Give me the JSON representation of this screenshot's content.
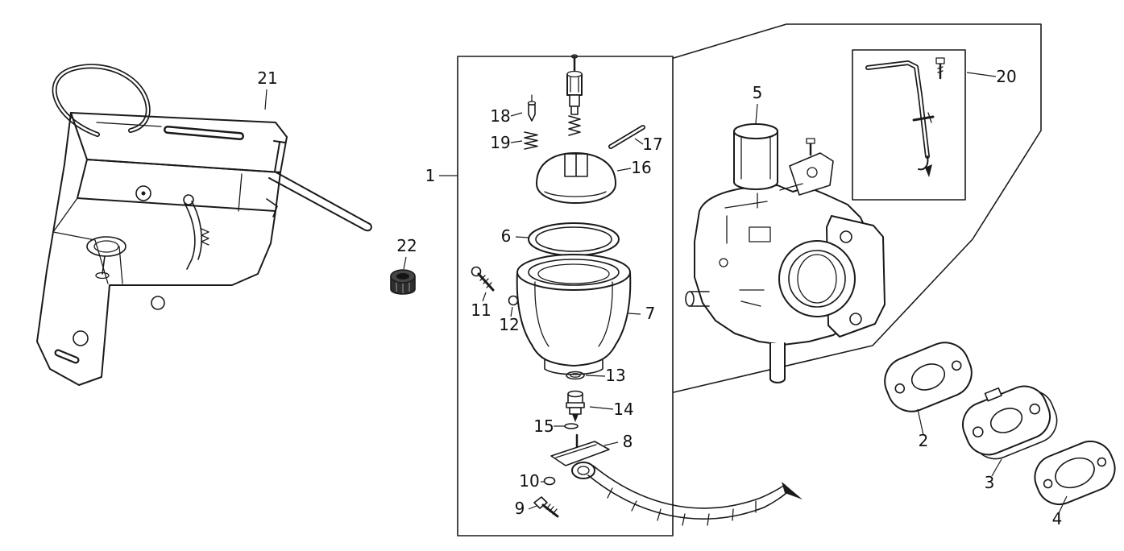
{
  "diagram": {
    "subject": "carburetor exploded parts diagram",
    "background_color": "#ffffff",
    "line_color": "#1a1a1a",
    "callouts": {
      "1": "1",
      "2": "2",
      "3": "3",
      "4": "4",
      "5": "5",
      "6": "6",
      "7": "7",
      "8": "8",
      "9": "9",
      "10": "10",
      "11": "11",
      "12": "12",
      "13": "13",
      "14": "14",
      "15": "15",
      "16": "16",
      "17": "17",
      "18": "18",
      "19": "19",
      "20": "20",
      "21": "21",
      "22": "22"
    }
  }
}
